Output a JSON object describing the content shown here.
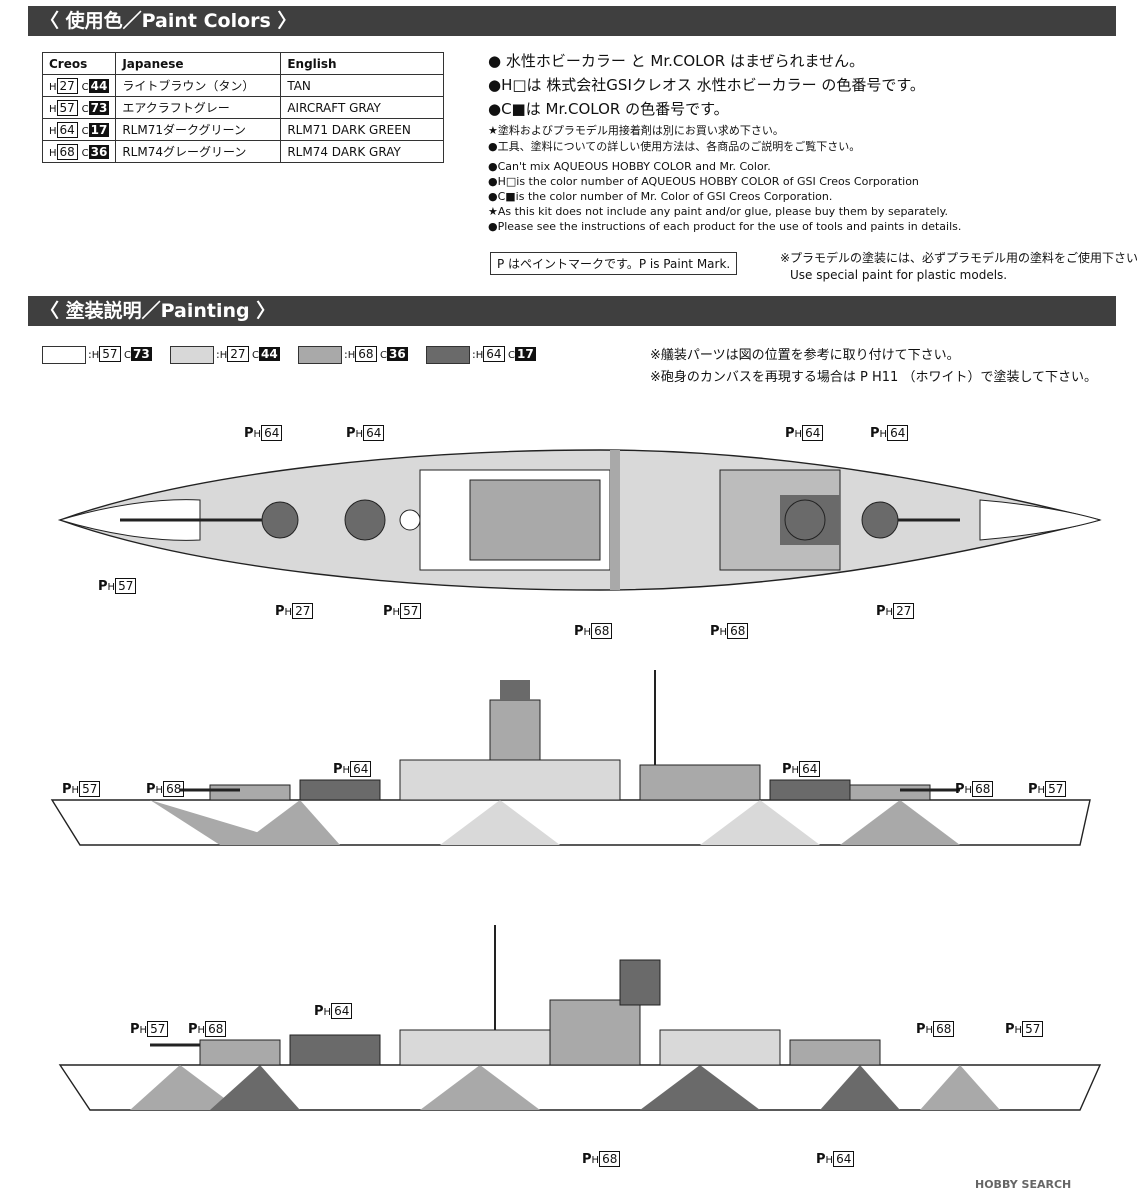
{
  "section_paint": "〈 使用色／Paint Colors 〉",
  "section_painting": "〈 塗装説明／Painting 〉",
  "table": {
    "headers": [
      "Creos",
      "Japanese",
      "English"
    ],
    "rows": [
      {
        "h": "27",
        "c": "44",
        "ja": "ライトブラウン（タン）",
        "en": "TAN"
      },
      {
        "h": "57",
        "c": "73",
        "ja": "エアクラフトグレー",
        "en": "AIRCRAFT GRAY"
      },
      {
        "h": "64",
        "c": "17",
        "ja": "RLM71ダークグリーン",
        "en": "RLM71 DARK GREEN"
      },
      {
        "h": "68",
        "c": "36",
        "ja": "RLM74グレーグリーン",
        "en": "RLM74 DARK GRAY"
      }
    ]
  },
  "notes_jp": [
    "● 水性ホビーカラー と Mr.COLOR はまぜられません。",
    "●H□は 株式会社GSIクレオス 水性ホビーカラー の色番号です。",
    "●C■は Mr.COLOR の色番号です。",
    "★塗料およびプラモデル用接着剤は別にお買い求め下さい。",
    "●工具、塗料についての詳しい使用方法は、各商品のご説明をご覧下さい。"
  ],
  "notes_en": [
    "●Can't mix AQUEOUS HOBBY COLOR and Mr. Color.",
    "●H□is the color number of AQUEOUS HOBBY COLOR of GSI Creos Corporation",
    "●C■is the color number of Mr. Color of GSI Creos Corporation.",
    "★As this kit does not include any paint and/or glue, please buy them by separately.",
    "●Please see the instructions of each product for the use of tools and paints in details."
  ],
  "paint_mark": "P はペイントマークです。P is Paint Mark.",
  "plastic_note_1": "※プラモデルの塗装には、必ずプラモデル用の塗料をご使用下さい。",
  "plastic_note_2": "Use special paint for plastic models.",
  "legend": [
    {
      "h": "57",
      "c": "73",
      "color": "#ffffff"
    },
    {
      "h": "27",
      "c": "44",
      "color": "#d8d8d8"
    },
    {
      "h": "68",
      "c": "36",
      "color": "#a9a9a9"
    },
    {
      "h": "64",
      "c": "17",
      "color": "#6a6a6a"
    }
  ],
  "right_note_1": "※艤装パーツは図の位置を参考に取り付けて下さい。",
  "right_note_2": "※砲身のカンバスを再現する場合は P H11 （ホワイト）で塗装して下さい。",
  "colors": {
    "hull_light": "#d9d9d9",
    "hull_mid": "#a9a9a9",
    "hull_dark": "#6a6a6a",
    "banner": "#3f3f3f"
  },
  "callouts": {
    "top": [
      "64",
      "64",
      "64",
      "64",
      "57",
      "27",
      "57",
      "68",
      "68",
      "27"
    ],
    "mid": [
      "57",
      "68",
      "64",
      "64",
      "68",
      "57"
    ],
    "bot": [
      "57",
      "68",
      "64",
      "68",
      "57",
      "68",
      "64"
    ]
  },
  "footer": "HOBBY SEARCH"
}
